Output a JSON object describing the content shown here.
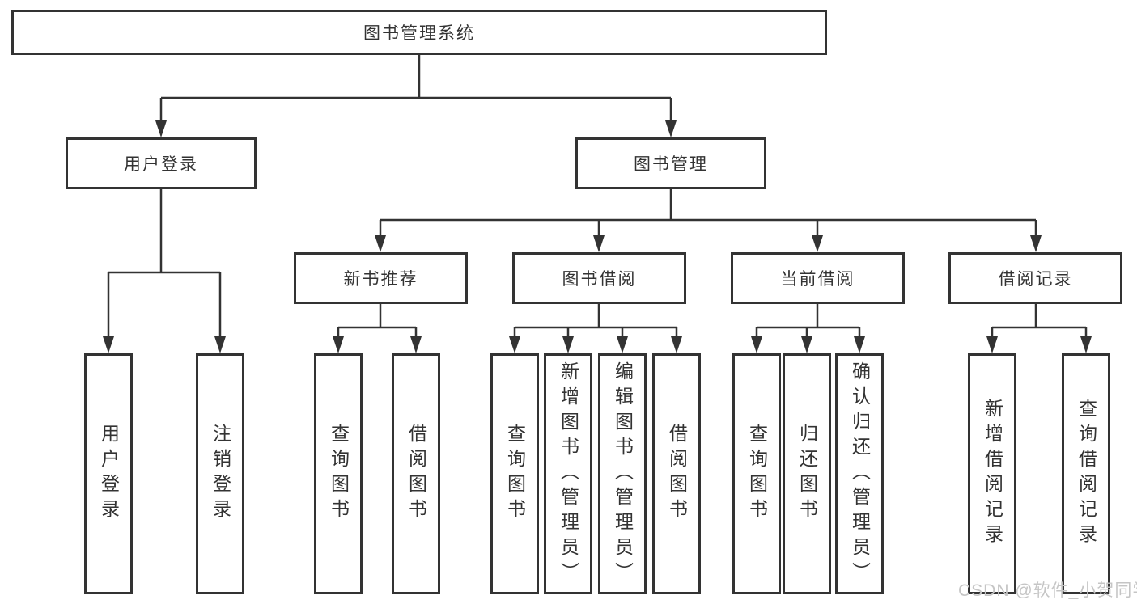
{
  "tree": {
    "root": {
      "label": "图书管理系统",
      "children": [
        {
          "label": "用户登录",
          "children": [
            {
              "label": "用户登录"
            },
            {
              "label": "注销登录"
            }
          ]
        },
        {
          "label": "图书管理",
          "children": [
            {
              "label": "新书推荐",
              "children": [
                {
                  "label": "查询图书"
                },
                {
                  "label": "借阅图书"
                }
              ]
            },
            {
              "label": "图书借阅",
              "children": [
                {
                  "label": "查询图书"
                },
                {
                  "label": "新增图书（管理员）"
                },
                {
                  "label": "编辑图书（管理员）"
                },
                {
                  "label": "借阅图书"
                }
              ]
            },
            {
              "label": "当前借阅",
              "children": [
                {
                  "label": "查询图书"
                },
                {
                  "label": "归还图书"
                },
                {
                  "label": "确认归还（管理员）"
                }
              ]
            },
            {
              "label": "借阅记录",
              "children": [
                {
                  "label": "新增借阅记录"
                },
                {
                  "label": "查询借阅记录"
                }
              ]
            }
          ]
        }
      ]
    }
  },
  "watermark": {
    "text": "CSDN @软件_小贺同学"
  },
  "colors": {
    "line": "#333333",
    "box_border": "#333333",
    "text": "#333333",
    "background": "#ffffff",
    "watermark": "#c5c5c5"
  }
}
